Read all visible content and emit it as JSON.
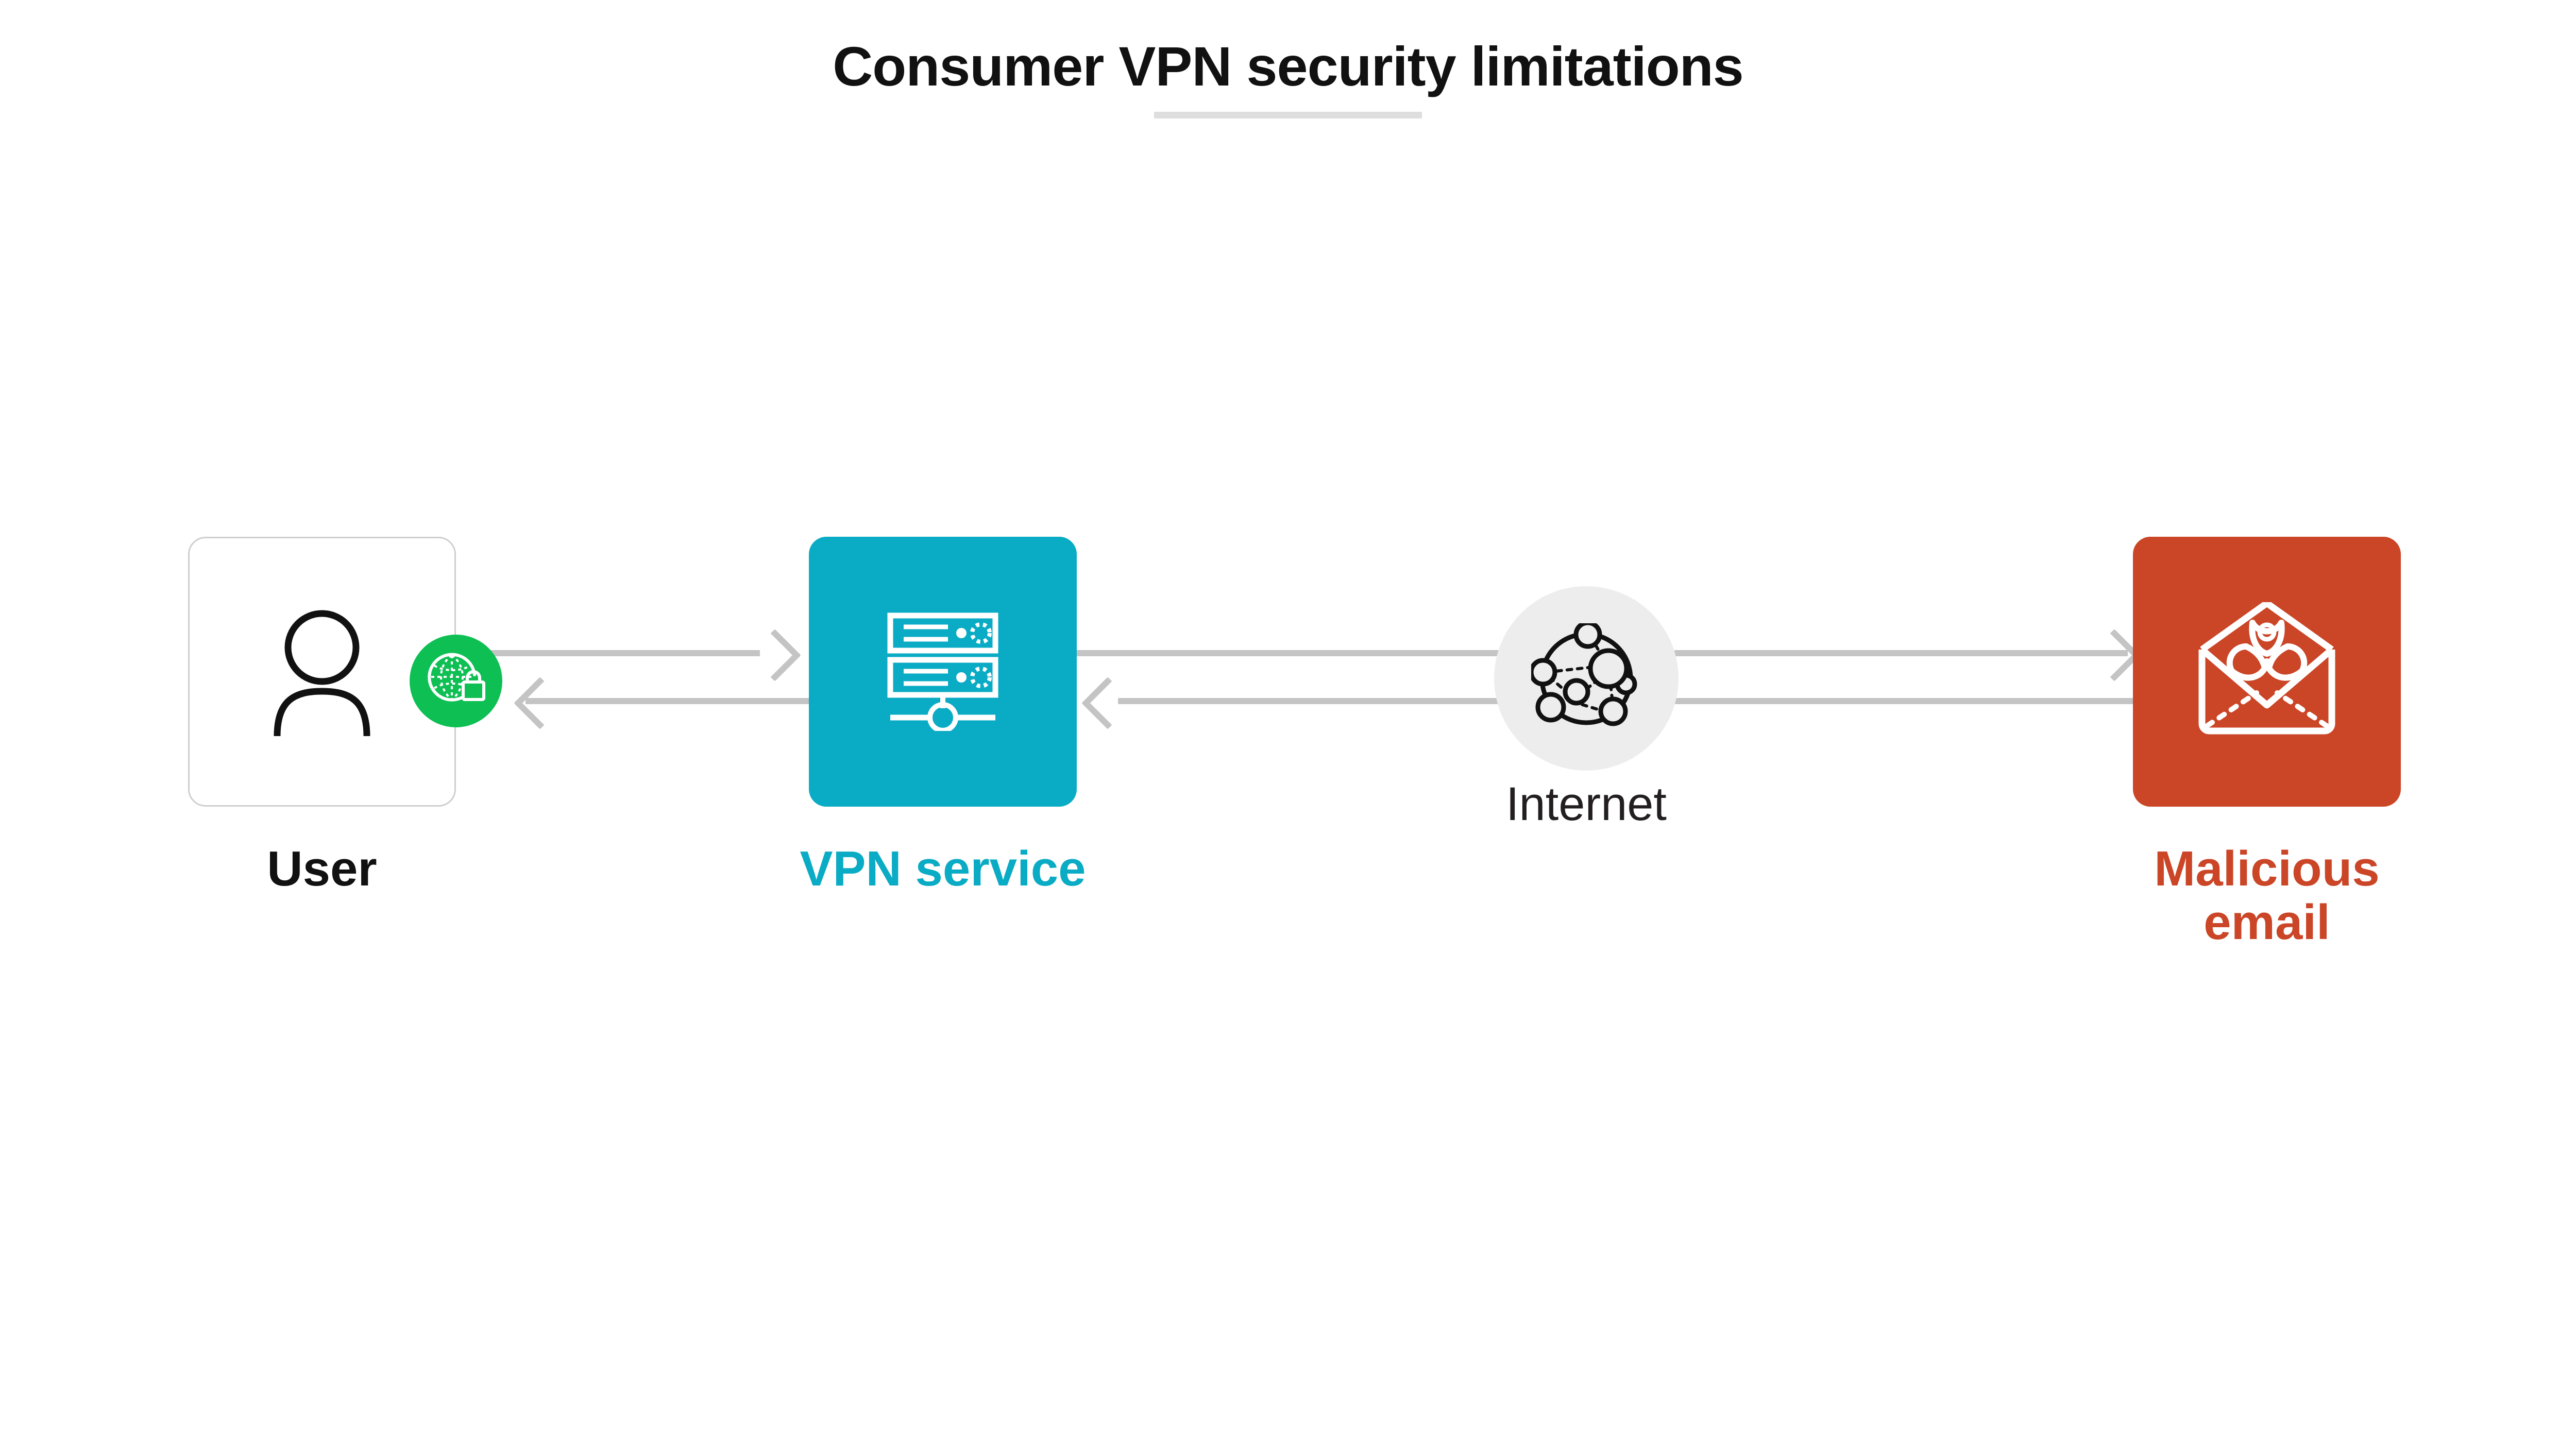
{
  "header": {
    "title": "Consumer VPN security limitations",
    "divider_color": "#dedede"
  },
  "diagram": {
    "type": "flow",
    "direction": "left-to-right with return path",
    "nodes": [
      {
        "id": "user",
        "label": "User",
        "label_color": "#111111",
        "shape": "rounded-square",
        "fill": "#ffffff",
        "border": "#cfcfcf",
        "icon": "person-icon",
        "badge": {
          "icon": "globe-lock-icon",
          "fill": "#0ebf53",
          "icon_color": "#ffffff"
        }
      },
      {
        "id": "vpn",
        "label": "VPN service",
        "label_color": "#0aabc4",
        "shape": "rounded-square",
        "fill": "#0aabc4",
        "icon": "server-rack-network-icon",
        "icon_color": "#ffffff"
      },
      {
        "id": "internet",
        "label": "Internet",
        "label_color": "#231f20",
        "shape": "circle",
        "fill": "#ededed",
        "icon": "network-globe-icon",
        "icon_color": "#111111"
      },
      {
        "id": "email",
        "label": "Malicious\nemail",
        "label_color": "#cb4527",
        "shape": "rounded-square",
        "fill": "#cb4527",
        "icon": "envelope-biohazard-icon",
        "icon_color": "#ffffff"
      }
    ],
    "connectors": [
      {
        "id": "user-to-vpn",
        "from": "user",
        "to": "vpn",
        "direction": "right",
        "color": "#c4c4c4"
      },
      {
        "id": "vpn-to-user",
        "from": "vpn",
        "to": "user",
        "direction": "left",
        "color": "#c4c4c4"
      },
      {
        "id": "vpn-to-internet",
        "from": "vpn",
        "to": "internet",
        "direction": "right",
        "color": "#c4c4c4"
      },
      {
        "id": "internet-to-vpn",
        "from": "internet",
        "to": "vpn",
        "direction": "left",
        "color": "#c4c4c4"
      },
      {
        "id": "internet-to-email",
        "from": "internet",
        "to": "email",
        "direction": "right",
        "color": "#c4c4c4"
      },
      {
        "id": "email-to-internet",
        "from": "email",
        "to": "internet",
        "direction": "left",
        "color": "#c4c4c4"
      }
    ]
  }
}
